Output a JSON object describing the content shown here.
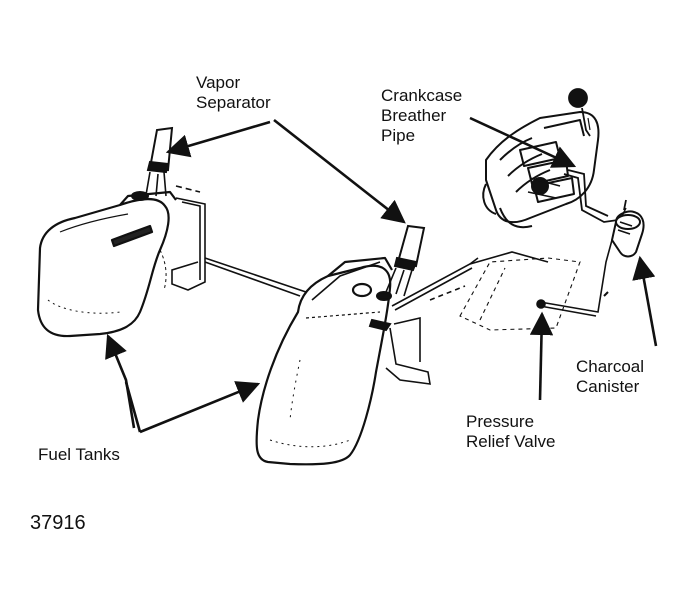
{
  "figure_number": "37916",
  "labels": {
    "vapor_separator": [
      "Vapor",
      "Separator"
    ],
    "crankcase_breather_pipe": [
      "Crankcase",
      "Breather",
      "Pipe"
    ],
    "charcoal_canister": [
      "Charcoal",
      "Canister"
    ],
    "pressure_relief_valve": [
      "Pressure",
      "Relief Valve"
    ],
    "fuel_tanks": "Fuel Tanks"
  },
  "colors": {
    "ink": "#111111",
    "paper": "#ffffff"
  }
}
